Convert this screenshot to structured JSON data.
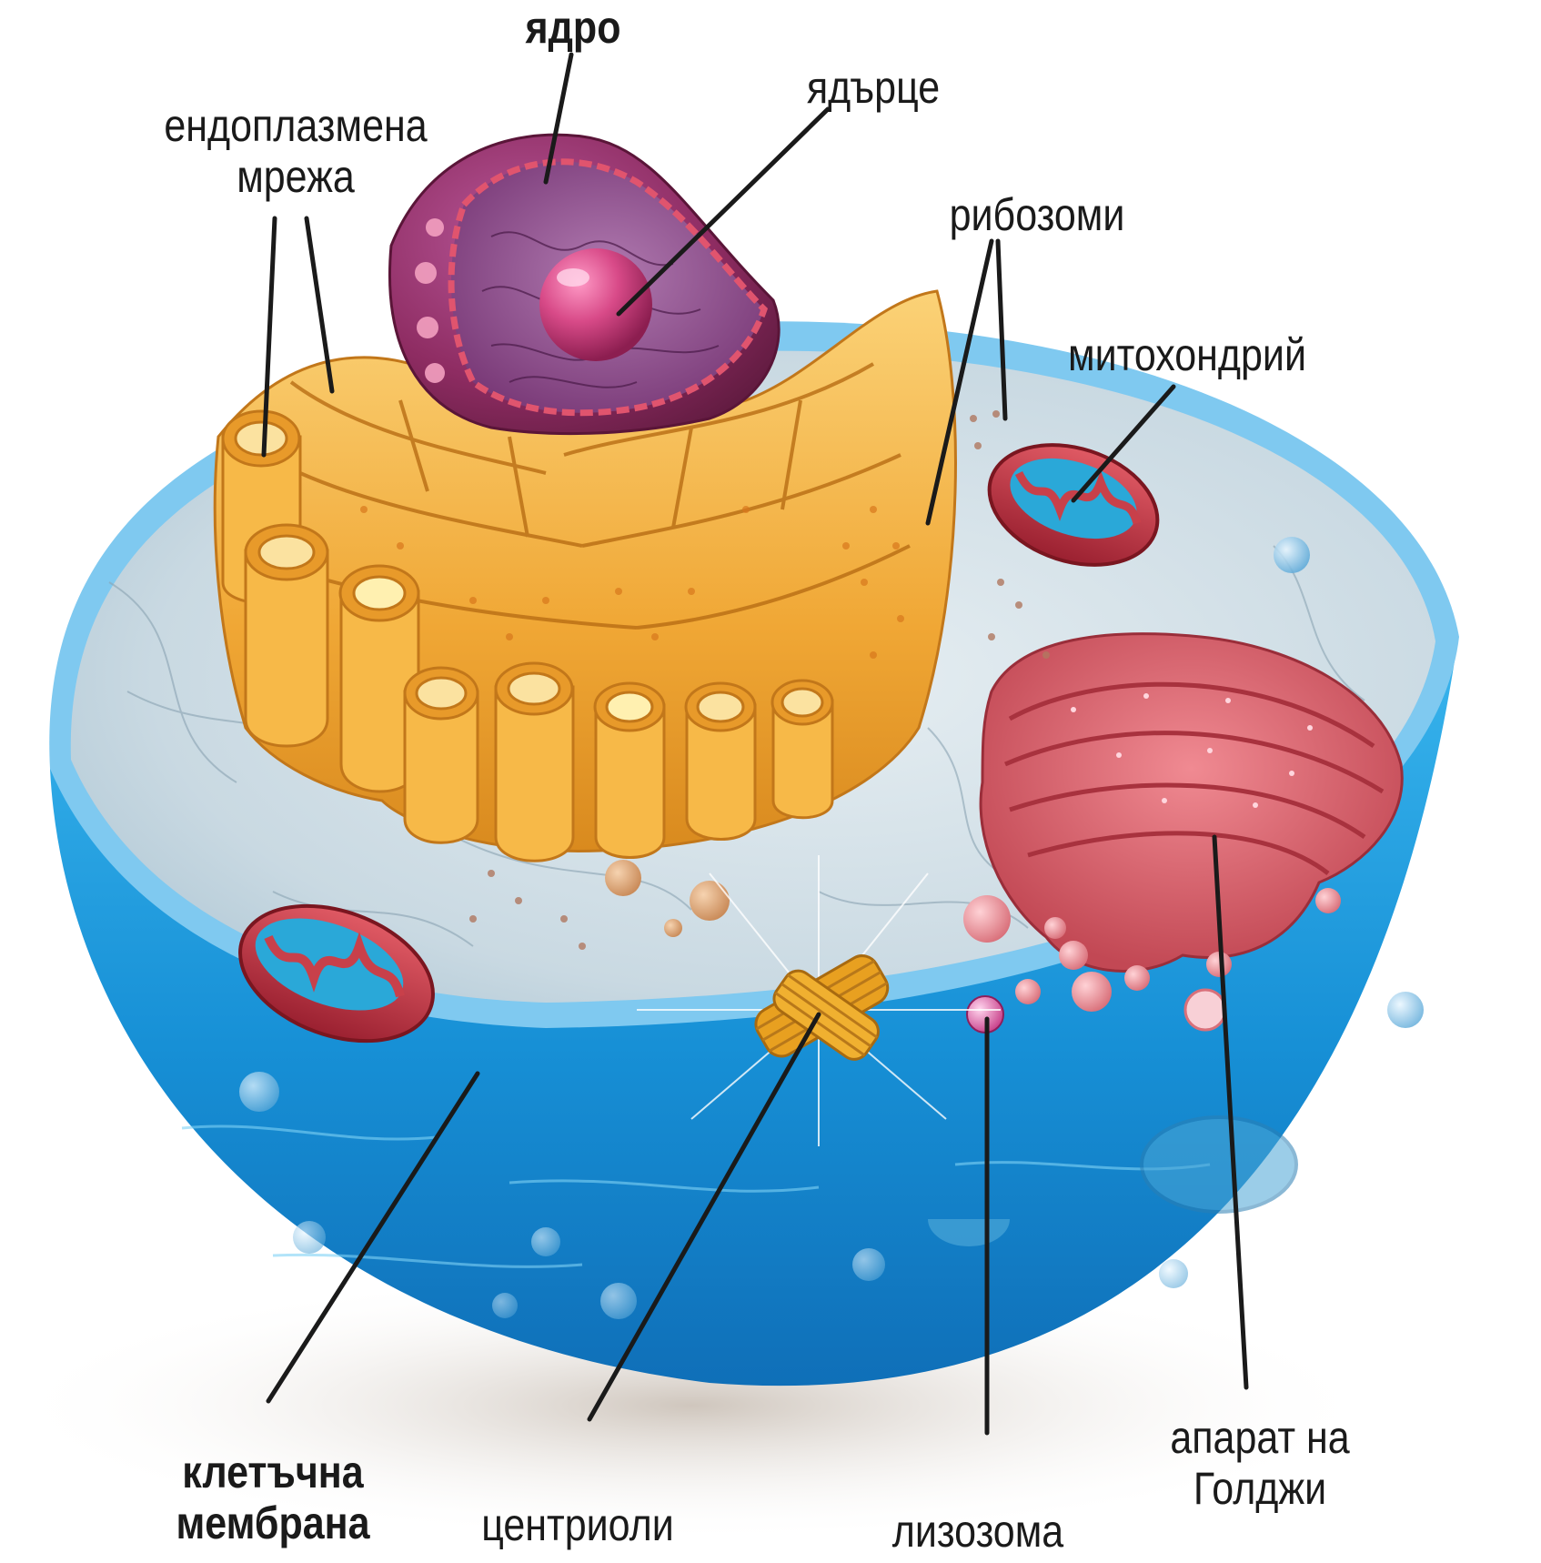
{
  "labels": {
    "nucleus": "ядро",
    "nucleolus": "ядърце",
    "endoplasmic_reticulum": "ендоплазмена\nмрежа",
    "ribosomes": "рибозоми",
    "mitochondrion": "митохондрий",
    "cell_membrane": "клетъчна\nмембрана",
    "centrioles": "центриоли",
    "lysosome": "лизозома",
    "golgi_apparatus": "апарат на\nГолджи"
  },
  "colors": {
    "cytoplasm_blue": "#1e9fe0",
    "er_orange": "#f2a431",
    "nucleus_purple": "#8a2a5a",
    "nucleolus_pink": "#c83c7a",
    "mitochondrion_red": "#c8404a",
    "mitochondrion_crista_blue": "#2aa8d8",
    "golgi_pink": "#d9606a",
    "lysosome_magenta": "#d0508a",
    "centriole_gold": "#e8a020"
  }
}
